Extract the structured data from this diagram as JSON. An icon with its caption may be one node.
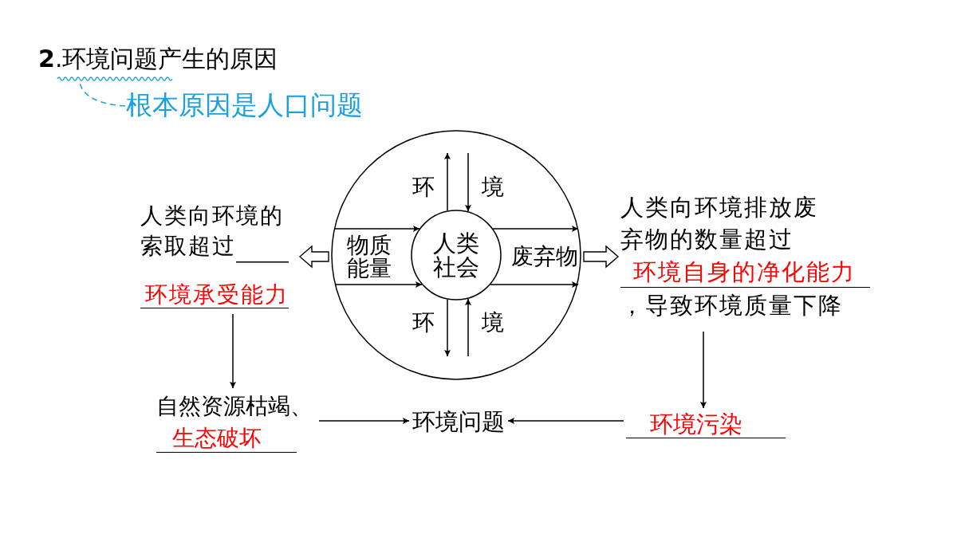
{
  "diagram": {
    "title": "**2**.环境问题产生的原因",
    "nodes": [
      {
        "text": [],
        "shape": "underline"
      },
      {
        "text": [
          "根本原因是人口问题"
        ]
      },
      {
        "text": [
          "环",
          "境",
          "物质能量",
          "废弃物",
          "环",
          "境"
        ]
      },
      {
        "text": [
          "人类社会"
        ],
        "in": 2
      },
      {
        "text": [
          "人类向环境的索取超过",
          "环境承受能力"
        ]
      },
      {
        "text": [
          "人类向环境排放废弃物的数量超过",
          "环境自身的净化能力",
          "，导致环境质量下降"
        ]
      },
      {
        "text": [
          "自然资源枯竭、",
          "生态破坏"
        ]
      },
      {
        "text": [
          "环境问题"
        ]
      },
      {
        "text": [
          "环境污染"
        ]
      }
    ],
    "edges": [
      {
        "from": 1,
        "to": 0,
        "arrow": "none",
        "style": "dashed",
        "color": "#1aa0dc"
      },
      {
        "from": 3,
        "to": 2,
        "arrow": "to"
      },
      {
        "from": 2,
        "to": 3,
        "arrow": "to"
      },
      {
        "from": 2,
        "to": 3,
        "arrow": "to"
      },
      {
        "from": 3,
        "to": 2,
        "arrow": "to"
      },
      {
        "from": 2,
        "to": 3,
        "arrow": "to"
      },
      {
        "from": 3,
        "to": 2,
        "arrow": "to"
      },
      {
        "from": 3,
        "to": 2,
        "arrow": "to"
      },
      {
        "from": 2,
        "to": 3,
        "arrow": "to"
      },
      {
        "from": 2,
        "to": 4,
        "arrow": "to",
        "style": "thick"
      },
      {
        "from": 2,
        "to": 5,
        "arrow": "to",
        "style": "thick"
      },
      {
        "from": 4,
        "to": 6,
        "arrow": "to"
      },
      {
        "from": 5,
        "to": 8,
        "arrow": "to"
      },
      {
        "from": 6,
        "to": 7,
        "arrow": "to"
      },
      {
        "from": 8,
        "to": 7,
        "arrow": "to"
      }
    ]
  }
}
